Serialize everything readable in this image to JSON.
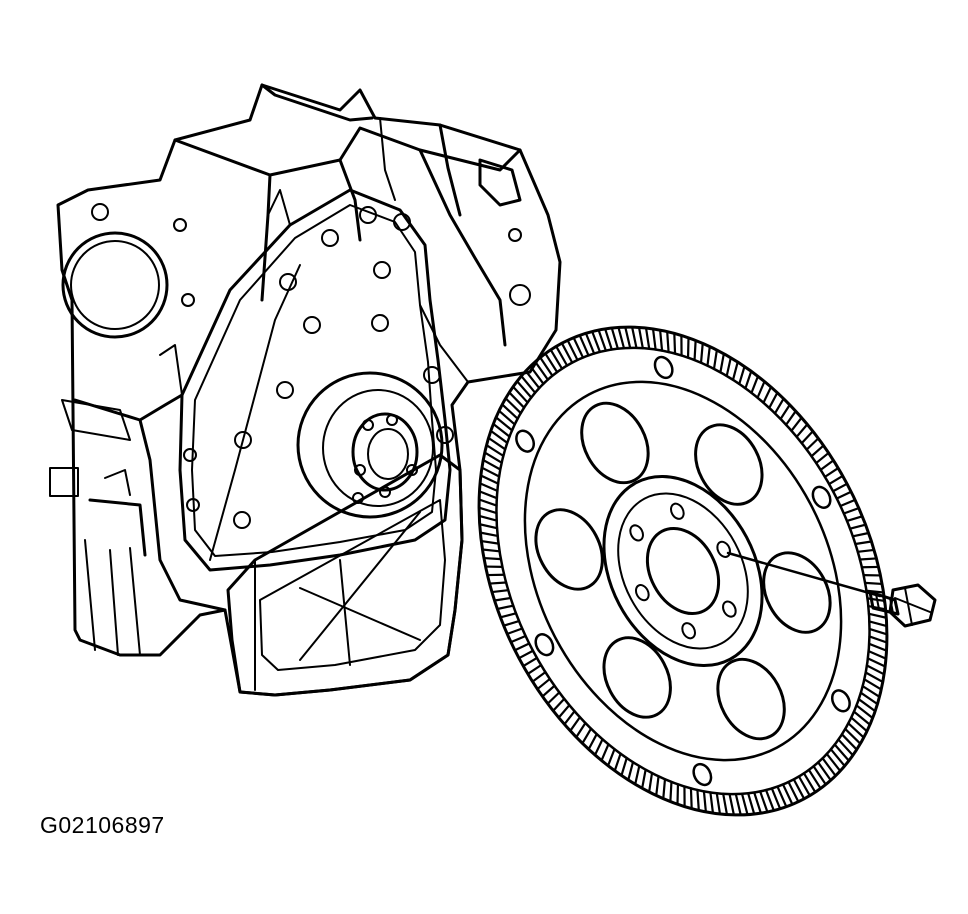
{
  "figure": {
    "code": "G02106897"
  },
  "flexplate": {
    "ring_teeth": 180,
    "lightening_holes": 6,
    "crank_bolt_holes": 6,
    "outer_small_holes": 6
  },
  "colors": {
    "ink": "#000000",
    "paper": "#ffffff"
  }
}
